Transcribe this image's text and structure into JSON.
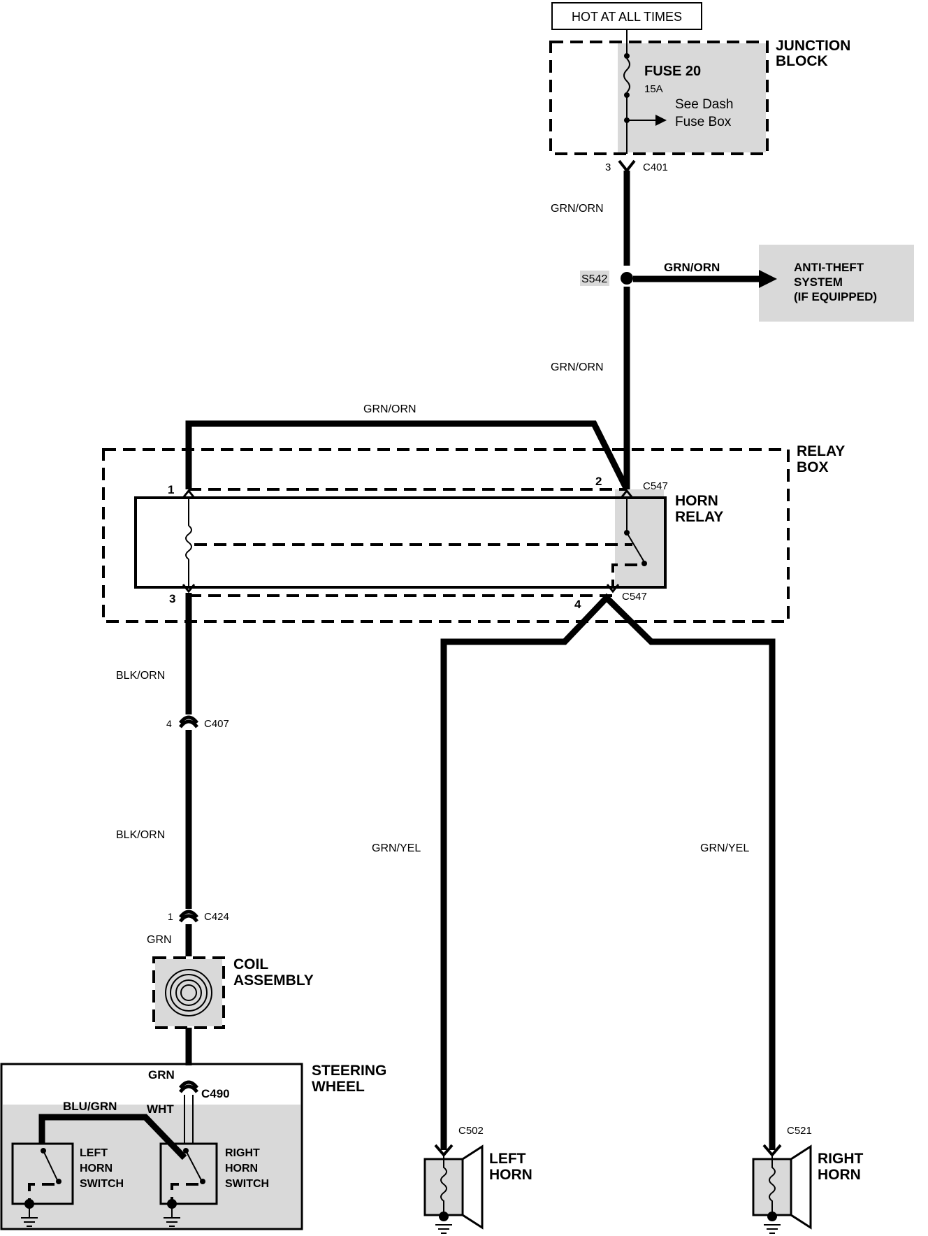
{
  "hot_label": "HOT AT ALL TIMES",
  "junction_block": {
    "title_1": "JUNCTION",
    "title_2": "BLOCK",
    "fuse": "FUSE 20",
    "rating": "15A",
    "see_1": "See Dash",
    "see_2": "Fuse Box",
    "pin": "3",
    "connector": "C401"
  },
  "wires": {
    "grn_orn_1": "GRN/ORN",
    "grn_orn_branch": "GRN/ORN",
    "grn_orn_2": "GRN/ORN",
    "grn_orn_top": "GRN/ORN",
    "blk_orn_1": "BLK/ORN",
    "blk_orn_2": "BLK/ORN",
    "grn_1": "GRN",
    "grn_2": "GRN",
    "grn_yel_left": "GRN/YEL",
    "grn_yel_right": "GRN/YEL",
    "blu_grn": "BLU/GRN",
    "wht": "WHT"
  },
  "splice": "S542",
  "anti_theft": {
    "line_1": "ANTI-THEFT",
    "line_2": "SYSTEM",
    "line_3": "(IF EQUIPPED)"
  },
  "relay_box": {
    "title_1": "RELAY",
    "title_2": "BOX",
    "relay_1": "HORN",
    "relay_2": "RELAY",
    "pin_1": "1",
    "pin_2": "2",
    "pin_3": "3",
    "pin_4": "4",
    "conn_top": "C547",
    "conn_bottom": "C547"
  },
  "c407": {
    "pin": "4",
    "name": "C407"
  },
  "c424": {
    "pin": "1",
    "name": "C424"
  },
  "coil": {
    "line_1": "COIL",
    "line_2": "ASSEMBLY"
  },
  "steering": {
    "line_1": "STEERING",
    "line_2": "WHEEL",
    "connector": "C490"
  },
  "left_switch": {
    "line_1": "LEFT",
    "line_2": "HORN",
    "line_3": "SWITCH"
  },
  "right_switch": {
    "line_1": "RIGHT",
    "line_2": "HORN",
    "line_3": "SWITCH"
  },
  "left_horn": {
    "connector": "C502",
    "line_1": "LEFT",
    "line_2": "HORN"
  },
  "right_horn": {
    "connector": "C521",
    "line_1": "RIGHT",
    "line_2": "HORN"
  }
}
